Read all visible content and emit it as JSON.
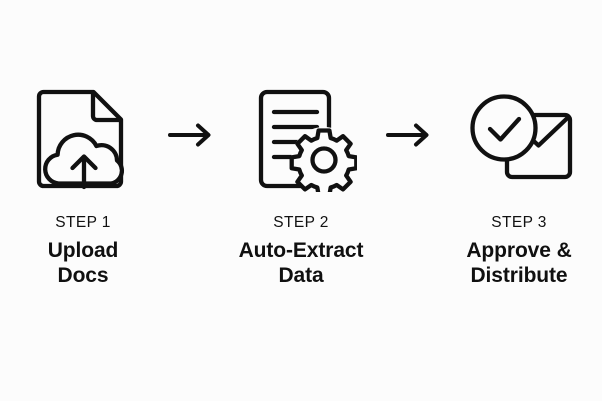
{
  "diagram": {
    "type": "process-flow",
    "orientation": "horizontal",
    "background_color": "#fcfcfc",
    "stroke_color": "#111111",
    "text_color": "#101010",
    "steps": [
      {
        "kicker": "STEP 1",
        "title_line1": "Upload",
        "title_line2": "Docs",
        "icon": "document-cloud-upload-icon"
      },
      {
        "kicker": "STEP 2",
        "title_line1": "Auto-Extract",
        "title_line2": "Data",
        "icon": "document-gear-icon"
      },
      {
        "kicker": "STEP 3",
        "title_line1": "Approve &",
        "title_line2": "Distribute",
        "icon": "check-circle-envelope-icon"
      }
    ],
    "connectors": [
      {
        "icon": "arrow-right-icon"
      },
      {
        "icon": "arrow-right-icon"
      }
    ]
  }
}
